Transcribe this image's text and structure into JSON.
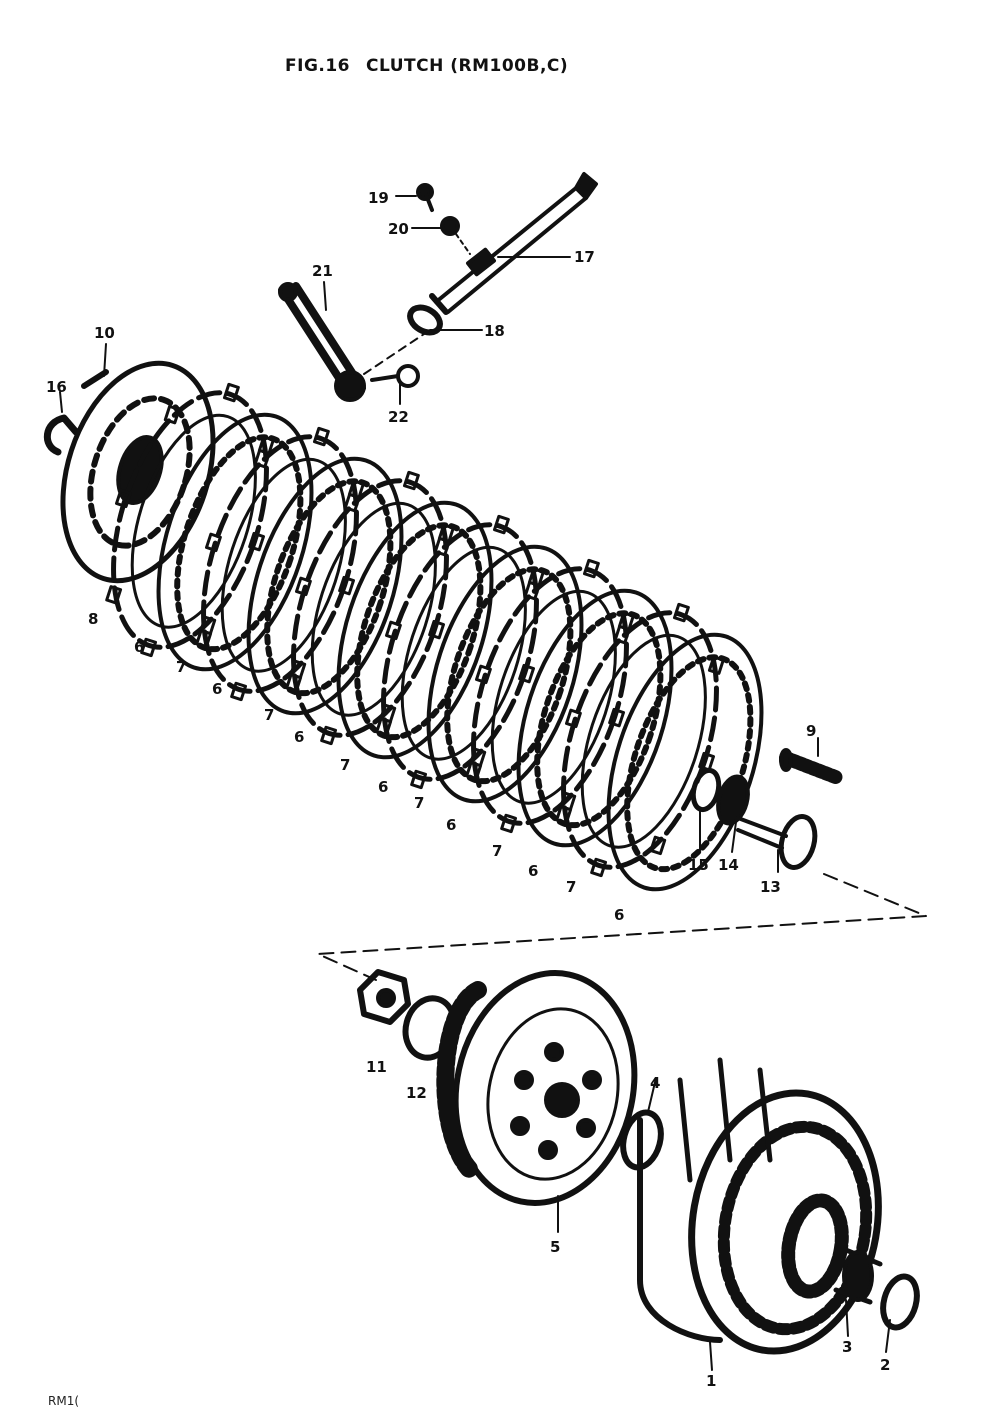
{
  "figure": {
    "number": "FIG.16",
    "title": "CLUTCH (RM100B,C)"
  },
  "footer": {
    "code": "RM1("
  },
  "callouts": [
    "1",
    "2",
    "3",
    "4",
    "5",
    "6",
    "7",
    "8",
    "9",
    "10",
    "11",
    "12",
    "13",
    "14",
    "15",
    "16",
    "17",
    "18",
    "19",
    "20",
    "21",
    "22"
  ],
  "colors": {
    "ink": "#111111",
    "paper": "#ffffff"
  }
}
